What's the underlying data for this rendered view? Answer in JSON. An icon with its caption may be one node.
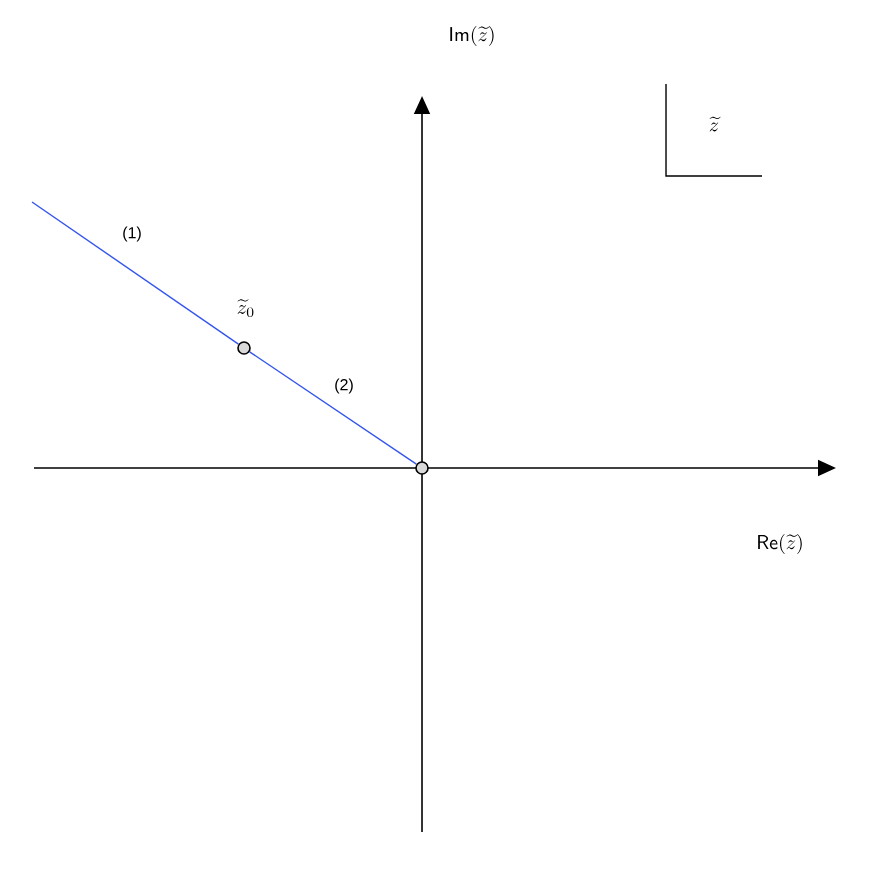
{
  "diagram": {
    "nodes": [
      {
        "text": [],
        "shape": "circle",
        "beside": [
          "\\widetilde{z}_0"
        ]
      },
      {
        "text": [],
        "shape": "circle"
      }
    ],
    "edges": [
      {
        "from": null,
        "to": 0,
        "arrow": "none",
        "label": "(1)",
        "color": "#3355ee"
      },
      {
        "from": 0,
        "to": 1,
        "arrow": "none",
        "label": "(2)",
        "color": "#3355ee"
      }
    ],
    "labels": [
      "\\mathsf{Im}(\\widetilde{z})",
      "\\widetilde{z}",
      "\\mathsf{Re}(\\widetilde{z})"
    ]
  }
}
